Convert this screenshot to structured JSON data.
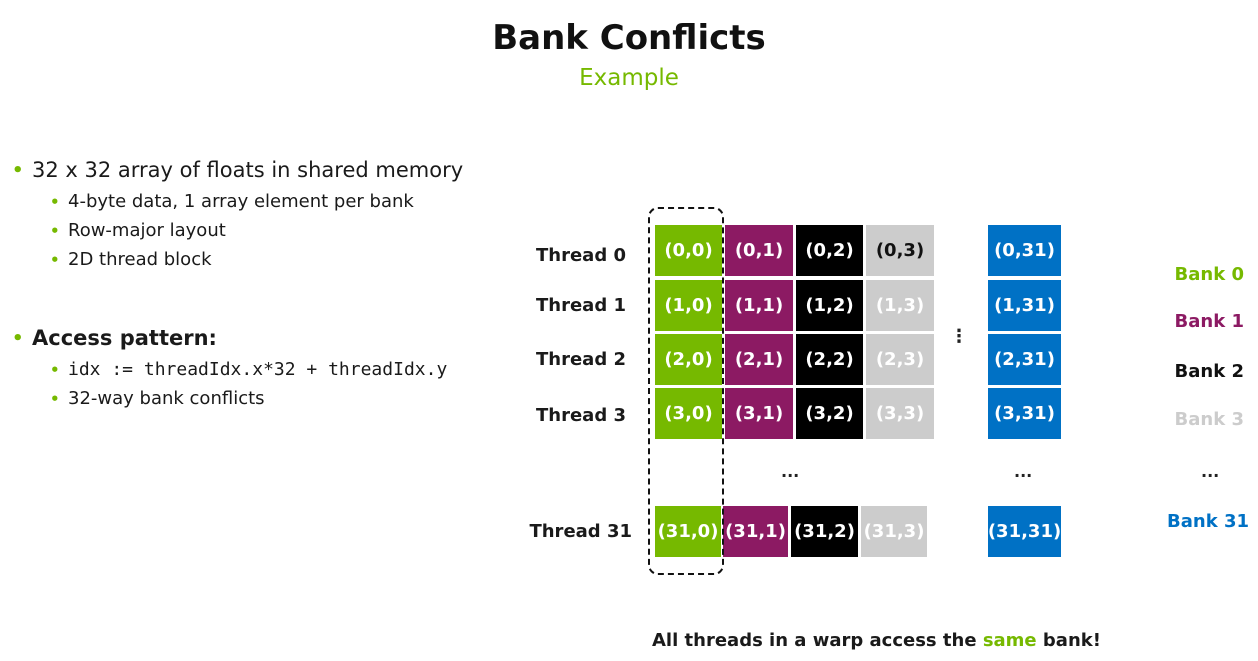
{
  "header": {
    "title": "Bank Conflicts",
    "subtitle": "Example"
  },
  "bullets": {
    "b1": "32 x 32 array of floats in shared memory",
    "b1_sub": [
      "4-byte data, 1 array element per bank",
      "Row-major layout",
      "2D thread block"
    ],
    "b2": "Access pattern:",
    "b2_sub_code": "idx := threadIdx.x*32 + threadIdx.y",
    "b2_sub": "32-way bank conflicts"
  },
  "diagram": {
    "threads": [
      "Thread 0",
      "Thread 1",
      "Thread 2",
      "Thread 3",
      "Thread 31"
    ],
    "rows": [
      [
        "(0,0)",
        "(0,1)",
        "(0,2)",
        "(0,3)",
        "(0,31)"
      ],
      [
        "(1,0)",
        "(1,1)",
        "(1,2)",
        "(1,3)",
        "(1,31)"
      ],
      [
        "(2,0)",
        "(2,1)",
        "(2,2)",
        "(2,3)",
        "(2,31)"
      ],
      [
        "(3,0)",
        "(3,1)",
        "(3,2)",
        "(3,3)",
        "(3,31)"
      ],
      [
        "(31,0)",
        "(31,1)",
        "(31,2)",
        "(31,3)",
        "(31,31)"
      ]
    ],
    "banks": [
      "Bank 0",
      "Bank 1",
      "Bank 2",
      "Bank 3",
      "Bank 31"
    ],
    "ellipsis_h": "...",
    "ellipsis_v": "⋮",
    "colors": {
      "bank0": "#76b900",
      "bank1": "#8c1a63",
      "bank2": "#000000",
      "bank3": "#cccccc",
      "bank31": "#0071c5"
    }
  },
  "footer": {
    "pre": "All threads in a warp access the ",
    "highlight": "same",
    "post": " bank!"
  }
}
